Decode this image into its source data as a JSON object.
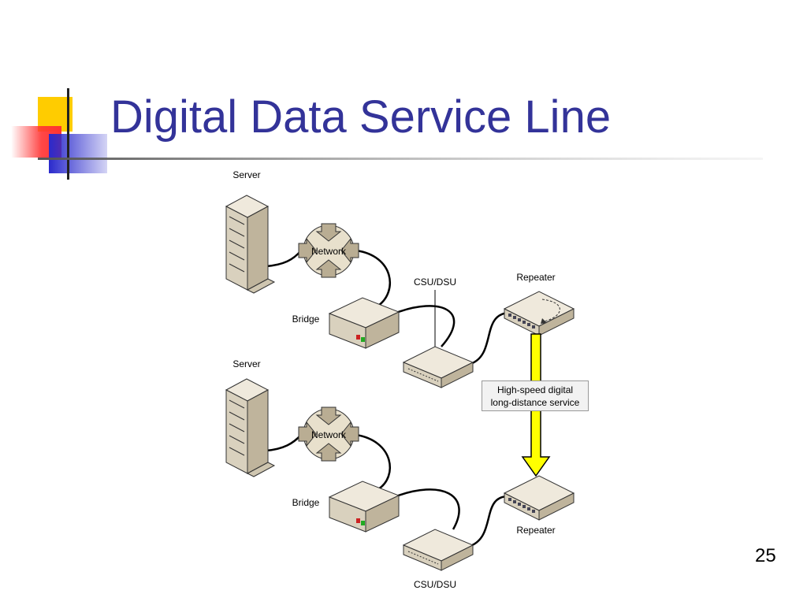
{
  "slide": {
    "title": "Digital Data Service Line",
    "page_number": "25"
  },
  "diagram": {
    "top_server_label": "Server",
    "top_network_label": "Network",
    "top_bridge_label": "Bridge",
    "top_csu_label": "CSU/DSU",
    "top_repeater_label": "Repeater",
    "callout_line1": "High-speed digital",
    "callout_line2": "long-distance service",
    "bottom_server_label": "Server",
    "bottom_network_label": "Network",
    "bottom_bridge_label": "Bridge",
    "bottom_repeater_label": "Repeater",
    "bottom_csu_label": "CSU/DSU"
  },
  "colors": {
    "title": "#333399",
    "arrow": "#ffff00",
    "device_body": "#e6dfcf"
  }
}
